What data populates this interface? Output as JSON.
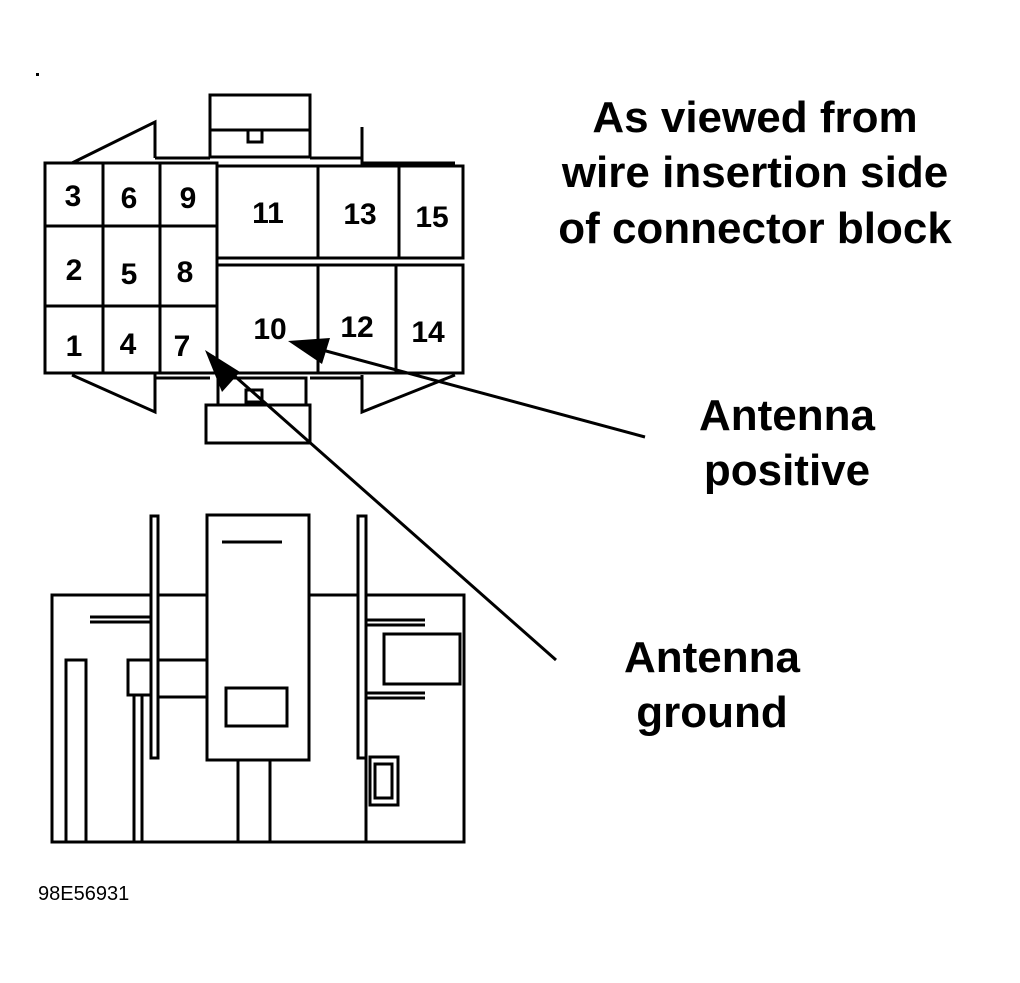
{
  "caption": {
    "lines": [
      "As viewed from",
      "wire insertion side",
      "of connector block"
    ]
  },
  "pins": [
    {
      "id": "p3",
      "label": "3"
    },
    {
      "id": "p6",
      "label": "6"
    },
    {
      "id": "p9",
      "label": "9"
    },
    {
      "id": "p2",
      "label": "2"
    },
    {
      "id": "p5",
      "label": "5"
    },
    {
      "id": "p8",
      "label": "8"
    },
    {
      "id": "p1",
      "label": "1"
    },
    {
      "id": "p4",
      "label": "4"
    },
    {
      "id": "p7",
      "label": "7"
    },
    {
      "id": "p11",
      "label": "11"
    },
    {
      "id": "p13",
      "label": "13"
    },
    {
      "id": "p15",
      "label": "15"
    },
    {
      "id": "p10",
      "label": "10"
    },
    {
      "id": "p12",
      "label": "12"
    },
    {
      "id": "p14",
      "label": "14"
    }
  ],
  "callouts": {
    "positive": {
      "line1": "Antenna",
      "line2": "positive"
    },
    "ground": {
      "line1": "Antenna",
      "line2": "ground"
    }
  },
  "figure_id": "98E56931"
}
